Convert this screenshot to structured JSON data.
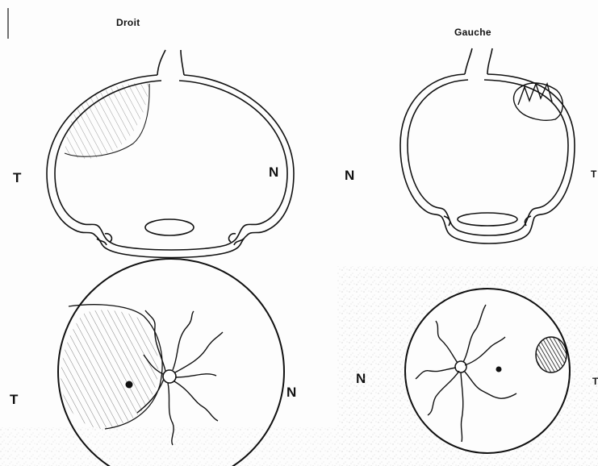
{
  "panels": {
    "right_eye": {
      "title": "Droit",
      "left_side": "T",
      "right_side": "N"
    },
    "left_eye": {
      "title": "Gauche",
      "left_side": "N",
      "right_side": "T"
    }
  },
  "colors": {
    "ink": "#111111",
    "paper": "#fdfdfd",
    "noise": "#cfcfcf"
  }
}
